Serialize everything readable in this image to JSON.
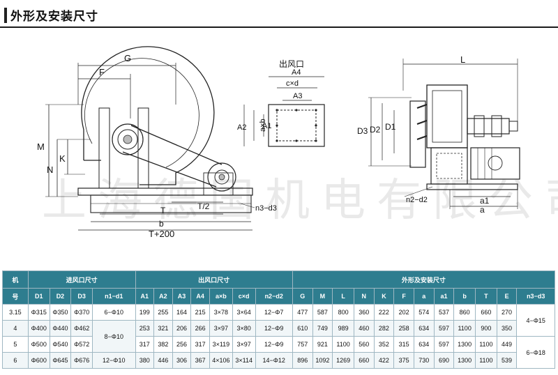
{
  "header": {
    "title": "外形及安装尺寸"
  },
  "watermark": "上海德国机电有限公司",
  "drawing": {
    "side_view": {
      "G": "G",
      "F": "F",
      "M": "M",
      "N": "N",
      "K": "K",
      "T_half": "T/2",
      "T": "T",
      "b": "b",
      "T200": "T+200",
      "n3d3": "n3−d3"
    },
    "outlet_view": {
      "title": "出风口",
      "A4": "A4",
      "cxd": "c×d",
      "A3": "A3",
      "A2": "A2",
      "axb": "a×b",
      "A1": "A1"
    },
    "front_view": {
      "L": "L",
      "D3": "D3",
      "D2": "D2",
      "D1": "D1",
      "n2d2": "n2−d2",
      "a1": "a1",
      "a": "a"
    }
  },
  "table": {
    "machine_label": "机",
    "number_label": "号",
    "group_inlet": "进风口尺寸",
    "group_outlet": "出风口尺寸",
    "group_install": "外形及安装尺寸",
    "columns": [
      "D1",
      "D2",
      "D3",
      "n1−d1",
      "A1",
      "A2",
      "A3",
      "A4",
      "a×b",
      "c×d",
      "n2−d2",
      "G",
      "M",
      "L",
      "N",
      "K",
      "F",
      "a",
      "a1",
      "b",
      "T",
      "E",
      "n3−d3"
    ],
    "rows": [
      [
        "3.15",
        "Φ315",
        "Φ350",
        "Φ370",
        "6−Φ10",
        "199",
        "255",
        "164",
        "215",
        "3×78",
        "3×64",
        "12−Φ7",
        "477",
        "587",
        "800",
        "360",
        "222",
        "202",
        "574",
        "537",
        "860",
        "660",
        "270",
        "4−Φ15"
      ],
      [
        "4",
        "Φ400",
        "Φ440",
        "Φ462",
        "8−Φ10",
        "253",
        "321",
        "206",
        "266",
        "3×97",
        "3×80",
        "12−Φ9",
        "610",
        "749",
        "989",
        "460",
        "282",
        "258",
        "634",
        "597",
        "1100",
        "900",
        "350",
        ""
      ],
      [
        "5",
        "Φ500",
        "Φ540",
        "Φ572",
        "",
        "317",
        "382",
        "256",
        "317",
        "3×119",
        "3×97",
        "12−Φ9",
        "757",
        "921",
        "1100",
        "560",
        "352",
        "315",
        "634",
        "597",
        "1300",
        "1100",
        "449",
        "6−Φ18"
      ],
      [
        "6",
        "Φ600",
        "Φ645",
        "Φ676",
        "12−Φ10",
        "380",
        "446",
        "306",
        "367",
        "4×106",
        "3×114",
        "14−Φ12",
        "896",
        "1092",
        "1269",
        "660",
        "422",
        "375",
        "730",
        "690",
        "1300",
        "1100",
        "539",
        ""
      ]
    ]
  }
}
